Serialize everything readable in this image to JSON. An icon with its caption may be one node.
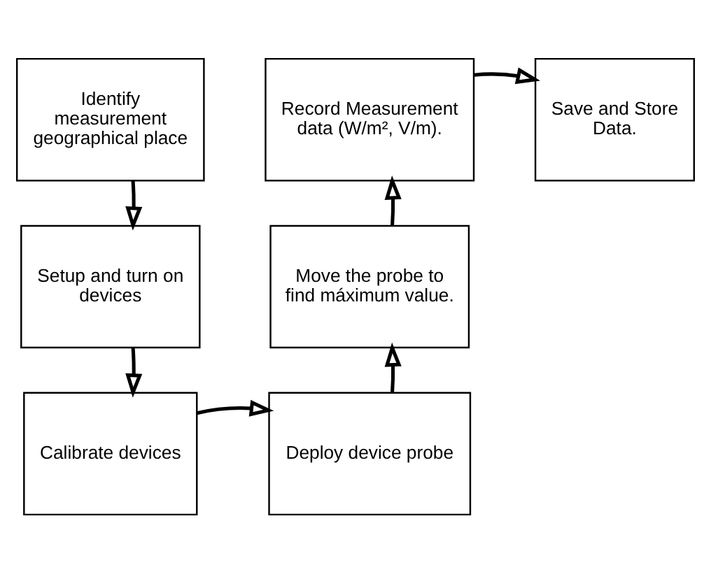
{
  "diagram": {
    "nodes": [
      {
        "text": [
          "Identify measurement geographical place"
        ]
      },
      {
        "text": [
          "Setup and turn on devices"
        ]
      },
      {
        "text": [
          "Calibrate devices"
        ]
      },
      {
        "text": [
          "Deploy device probe"
        ]
      },
      {
        "text": [
          "Move the probe to find máximum value."
        ]
      },
      {
        "text": [
          "Record Measurement data (W/m², V/m)."
        ]
      },
      {
        "text": [
          "Save and Store Data."
        ]
      }
    ],
    "edges": [
      {
        "from": 0,
        "to": 1,
        "arrow": "to"
      },
      {
        "from": 1,
        "to": 2,
        "arrow": "to"
      },
      {
        "from": 2,
        "to": 3,
        "arrow": "to"
      },
      {
        "from": 3,
        "to": 4,
        "arrow": "to"
      },
      {
        "from": 4,
        "to": 5,
        "arrow": "to"
      },
      {
        "from": 5,
        "to": 6,
        "arrow": "to"
      }
    ]
  }
}
